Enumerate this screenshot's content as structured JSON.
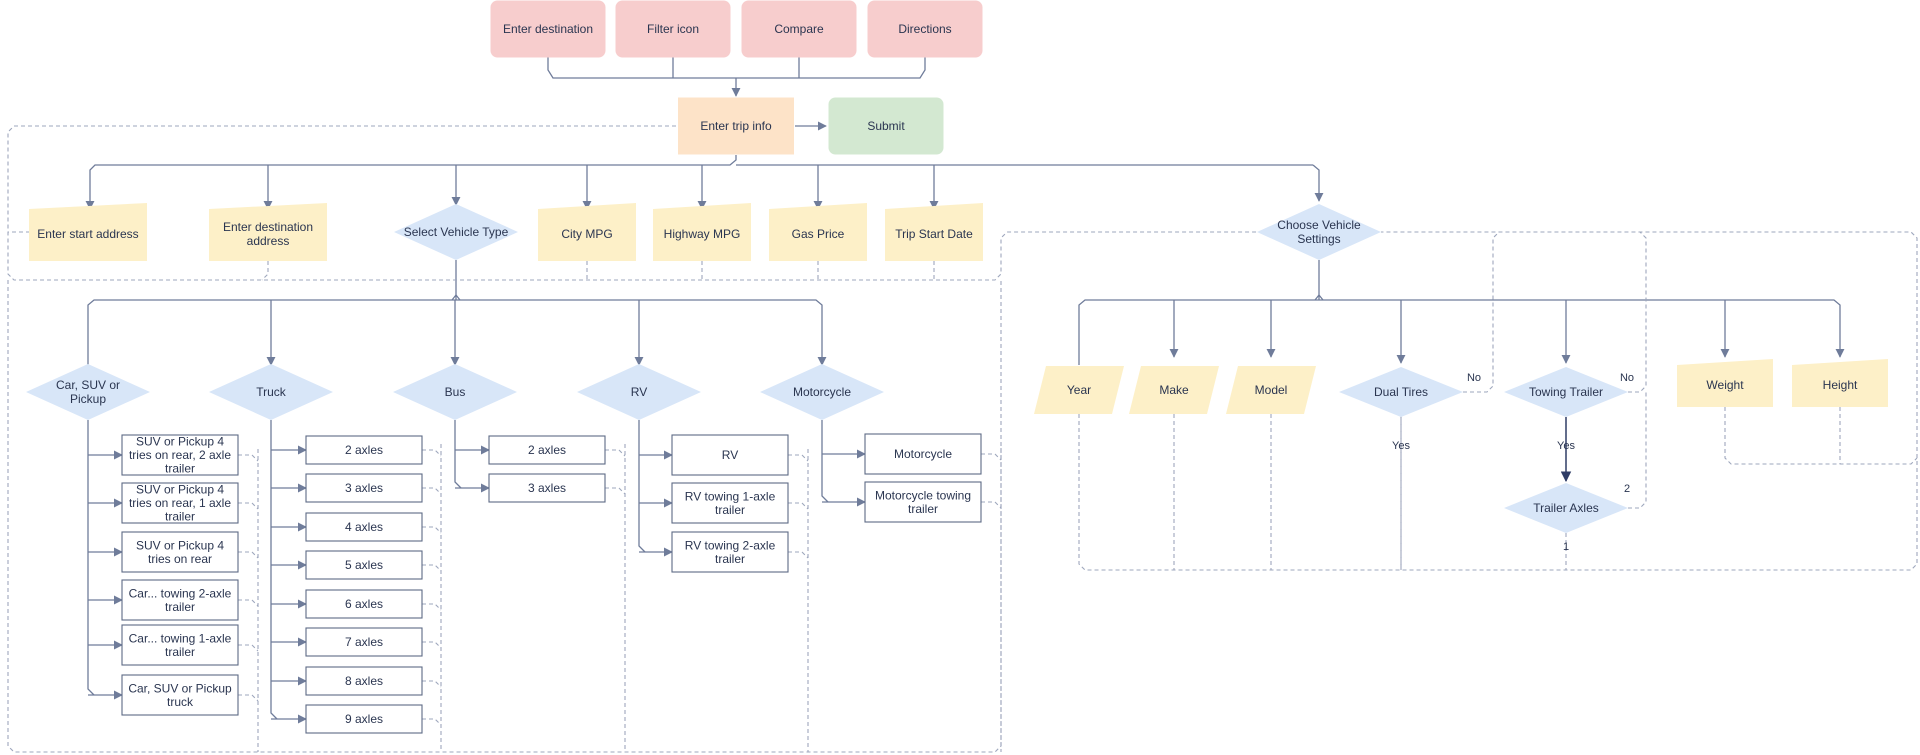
{
  "colors": {
    "top_action": "#f7cdcd",
    "trip_info": "#fde3c8",
    "submit": "#d3e8d1",
    "input_note": "#fdf0c8",
    "decision": "#d8e6f8",
    "box_stroke": "#5e6a86",
    "line": "#6f7c9a"
  },
  "top_actions": [
    "Enter destination",
    "Filter icon",
    "Compare",
    "Directions"
  ],
  "trip_info": "Enter trip info",
  "submit": "Submit",
  "fields": {
    "start_address": "Enter start address",
    "destination_address": [
      "Enter destination",
      "address"
    ],
    "vehicle_type": "Select Vehicle Type",
    "city_mpg": "City MPG",
    "highway_mpg": "Highway MPG",
    "gas_price": "Gas Price",
    "trip_start_date": "Trip Start Date"
  },
  "vehicle_settings": [
    "Choose Vehicle",
    "Settings"
  ],
  "vehicle_types": [
    {
      "label": [
        "Car, SUV or",
        "Pickup"
      ],
      "options": [
        [
          "SUV or Pickup 4",
          "tries on rear, 2 axle",
          "trailer"
        ],
        [
          "SUV or Pickup 4",
          "tries on rear, 1 axle",
          "trailer"
        ],
        [
          "SUV or Pickup 4",
          "tries on rear"
        ],
        [
          "Car... towing 2-axle",
          "trailer"
        ],
        [
          "Car... towing 1-axle",
          "trailer"
        ],
        [
          "Car, SUV or Pickup",
          "truck"
        ]
      ]
    },
    {
      "label": [
        "Truck"
      ],
      "options": [
        [
          "2 axles"
        ],
        [
          "3 axles"
        ],
        [
          "4 axles"
        ],
        [
          "5 axles"
        ],
        [
          "6 axles"
        ],
        [
          "7 axles"
        ],
        [
          "8 axles"
        ],
        [
          "9 axles"
        ]
      ]
    },
    {
      "label": [
        "Bus"
      ],
      "options": [
        [
          "2 axles"
        ],
        [
          "3 axles"
        ]
      ]
    },
    {
      "label": [
        "RV"
      ],
      "options": [
        [
          "RV"
        ],
        [
          "RV towing 1-axle",
          "trailer"
        ],
        [
          "RV towing 2-axle",
          "trailer"
        ]
      ]
    },
    {
      "label": [
        "Motorcycle"
      ],
      "options": [
        [
          "Motorcycle"
        ],
        [
          "Motorcycle towing",
          "trailer"
        ]
      ]
    }
  ],
  "settings": {
    "year": "Year",
    "make": "Make",
    "model": "Model",
    "dual_tires": "Dual Tires",
    "towing_trailer": "Towing Trailer",
    "trailer_axles": "Trailer Axles",
    "weight": "Weight",
    "height": "Height"
  },
  "edge_labels": {
    "no": "No",
    "yes": "Yes",
    "two": "2",
    "one": "1"
  }
}
